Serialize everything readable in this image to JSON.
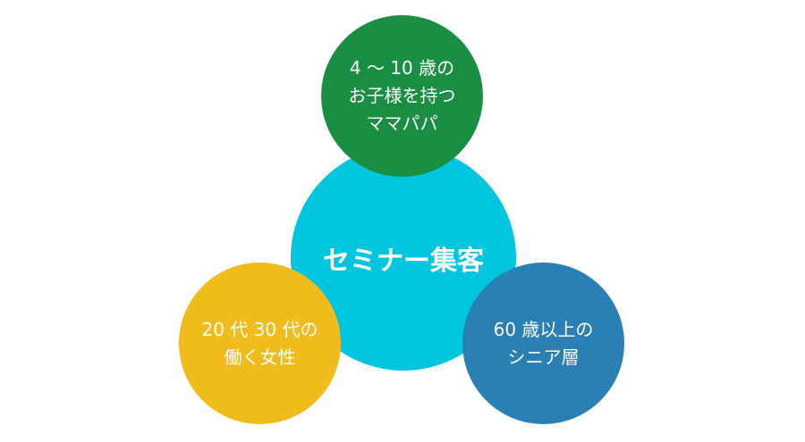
{
  "center": {
    "label": "セミナー集客",
    "color": "#00c5df"
  },
  "segments": [
    {
      "lines": [
        "4 ～ 10 歳の",
        "お子様を持つ",
        "ママパパ"
      ],
      "color": "#1a8f43"
    },
    {
      "lines": [
        "20 代 30 代の",
        "働く女性"
      ],
      "color": "#efbc1b"
    },
    {
      "lines": [
        "60 歳以上の",
        "シニア層"
      ],
      "color": "#2a80b4"
    }
  ]
}
